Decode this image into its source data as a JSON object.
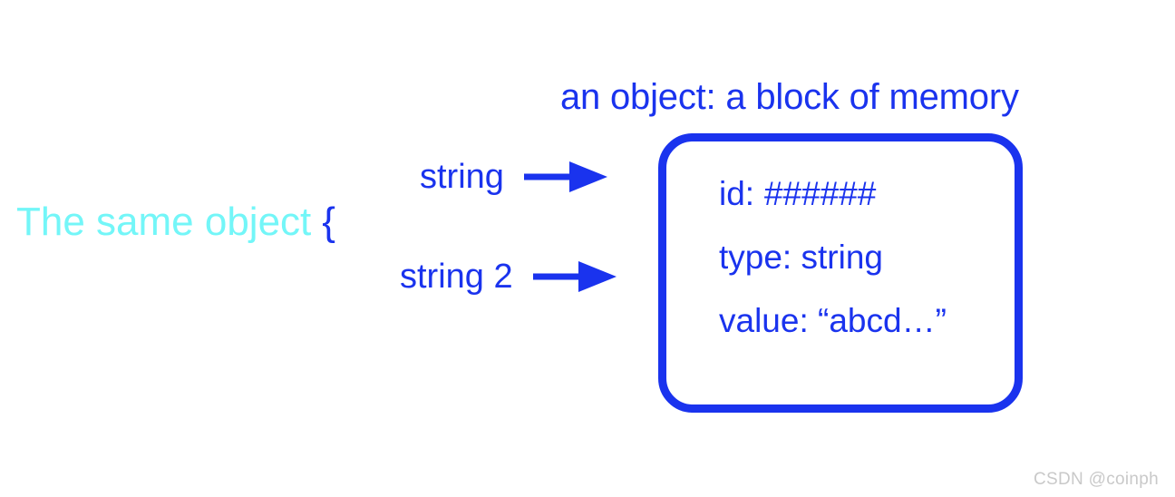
{
  "colors": {
    "blue": "#1a33ee",
    "cyan": "#73f6f8",
    "background": "#ffffff",
    "watermark": "#c9c9c9"
  },
  "diagram": {
    "object_title": "an object: a block of memory",
    "caption": {
      "text": "The same object",
      "brace": "{"
    },
    "references": [
      {
        "label": "string",
        "arrow": "arrow-right"
      },
      {
        "label": "string 2",
        "arrow": "arrow-right"
      }
    ],
    "object_box": {
      "fields": [
        {
          "key": "id: ",
          "value": "######",
          "italic_value": true
        },
        {
          "key": "type: ",
          "value": "string",
          "italic_value": false
        },
        {
          "key": "value: ",
          "value": "“abcd…”",
          "italic_value": false
        }
      ]
    }
  },
  "watermark": {
    "text": "CSDN @coinph"
  }
}
